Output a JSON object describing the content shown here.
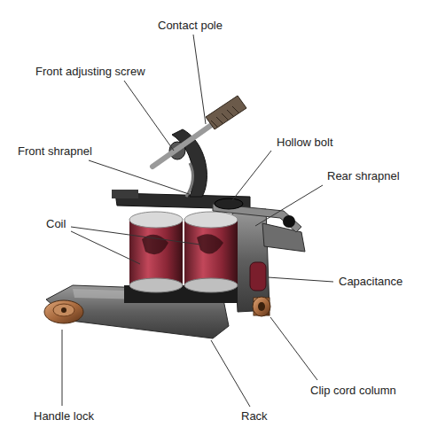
{
  "diagram": {
    "labels": [
      "Contact pole",
      "Front adjusting screw",
      "Front shrapnel",
      "Hollow bolt",
      "Rear shrapnel",
      "Coil",
      "Capacitance",
      "Clip cord column",
      "Rack",
      "Handle lock"
    ]
  }
}
